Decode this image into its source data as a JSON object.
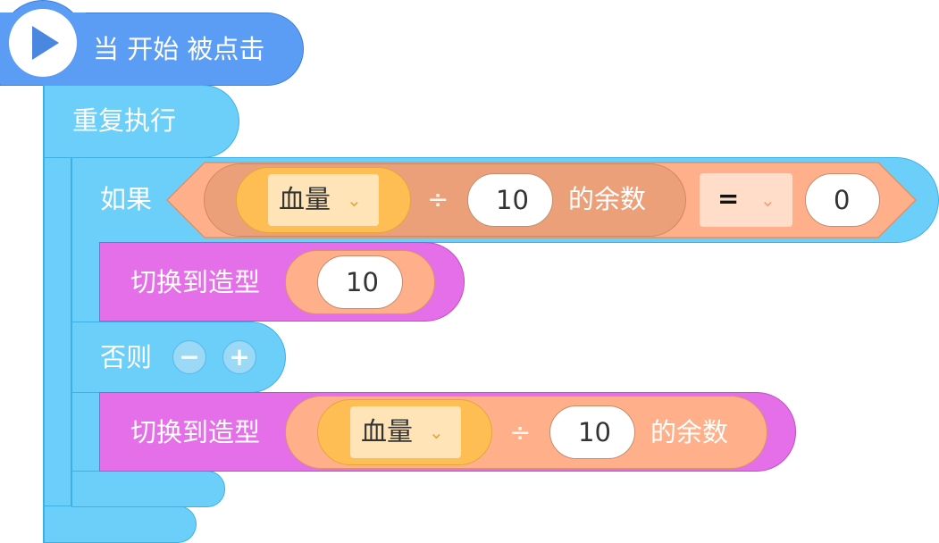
{
  "hat_block": {
    "label": "当 开始 被点击",
    "icon": "play-icon"
  },
  "forever_block": {
    "label": "重复执行"
  },
  "if_else_block": {
    "if_label": "如果",
    "else_label": "否则",
    "condition": {
      "mod_left": {
        "variable": "血量",
        "divide_symbol": "÷",
        "divisor": "10",
        "mod_label": "的余数"
      },
      "operator": "=",
      "right_value": "0"
    },
    "minus_label": "−",
    "plus_label": "+"
  },
  "then_block": {
    "label": "切换到造型",
    "value": "10"
  },
  "else_block": {
    "label": "切换到造型",
    "variable": "血量",
    "divide_symbol": "÷",
    "divisor": "10",
    "mod_label": "的余数"
  },
  "colors": {
    "events": "#5b9cf5",
    "control": "#6ccff9",
    "operators": "#ffb08a",
    "variables": "#ffbe54",
    "looks": "#e56ee9"
  }
}
